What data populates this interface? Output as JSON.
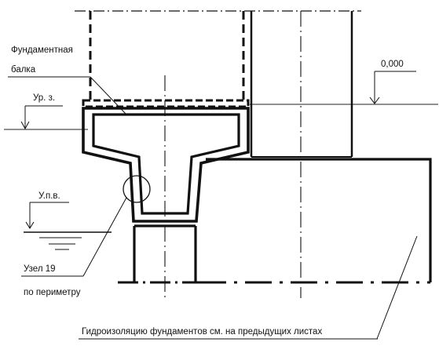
{
  "labels": {
    "foundation_beam_line1": "Фундаментная",
    "foundation_beam_line2": "балка",
    "ground_level": "Ур. з.",
    "zero_mark": "0,000",
    "groundwater_level": "У.п.в.",
    "node_line1": "Узел  19",
    "node_line2": "по периметру",
    "waterproofing_note": "Гидроизоляцию фундаментов см. на предыдущих листах"
  }
}
